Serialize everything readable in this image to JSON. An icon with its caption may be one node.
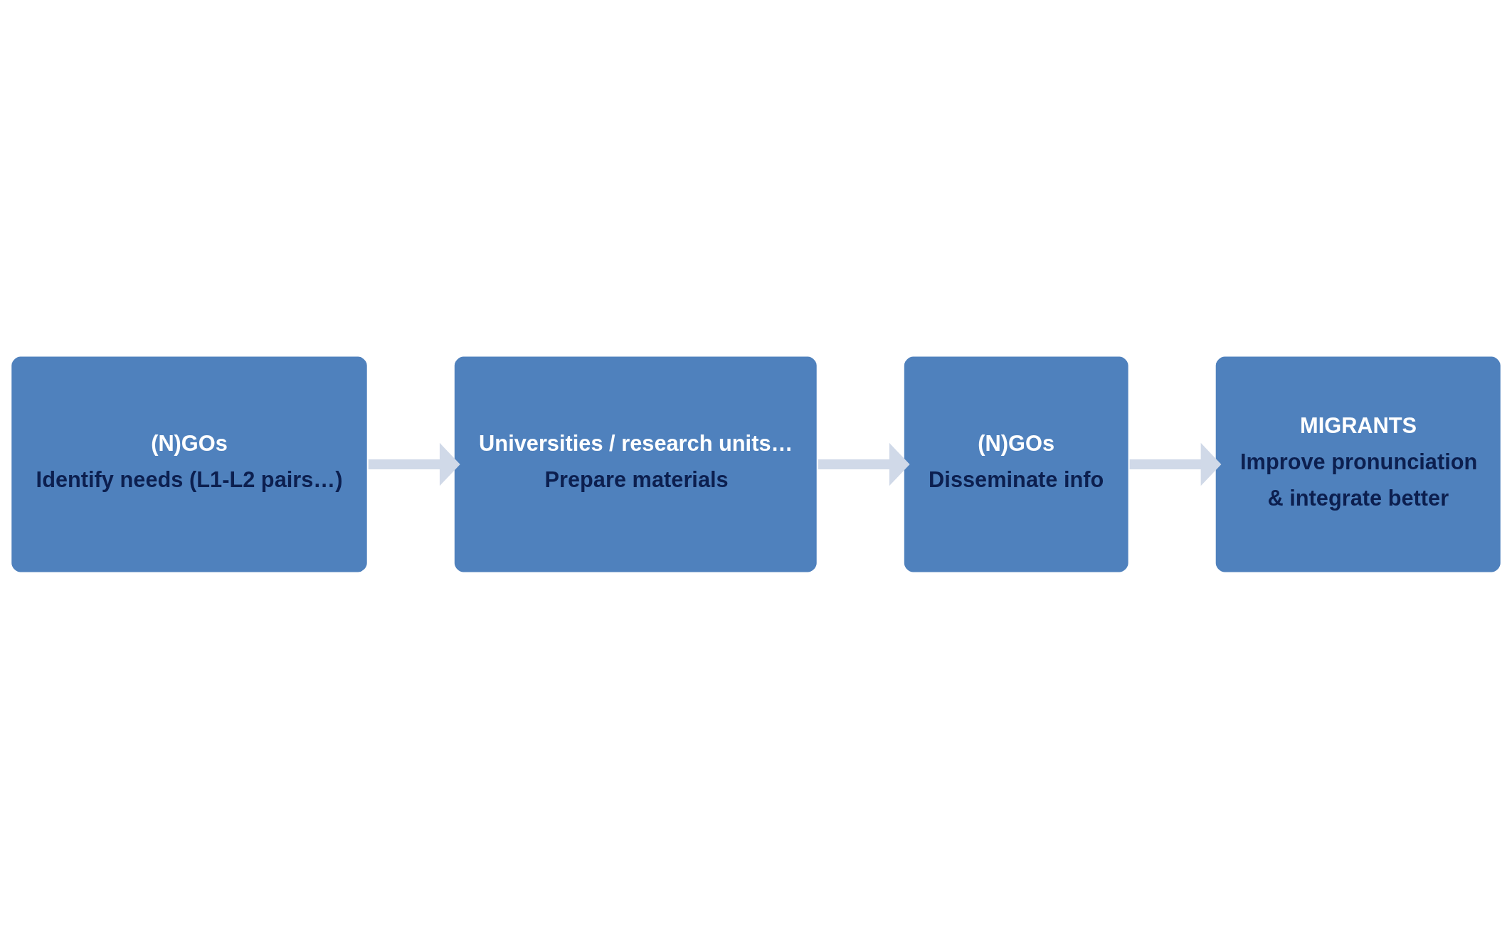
{
  "diagram": {
    "nodes": [
      {
        "text": [
          "(N)GOs",
          "Identify needs (L1-L2 pairs…)"
        ]
      },
      {
        "text": [
          "Universities / research units…",
          "Prepare materials"
        ]
      },
      {
        "text": [
          "(N)GOs",
          "Disseminate info"
        ]
      },
      {
        "text": [
          "MIGRANTS",
          "Improve pronunciation",
          "& integrate better"
        ]
      }
    ],
    "edges": [
      {
        "from": 0,
        "to": 1,
        "arrow": "to"
      },
      {
        "from": 1,
        "to": 2,
        "arrow": "to"
      },
      {
        "from": 2,
        "to": 3,
        "arrow": "to"
      }
    ]
  }
}
